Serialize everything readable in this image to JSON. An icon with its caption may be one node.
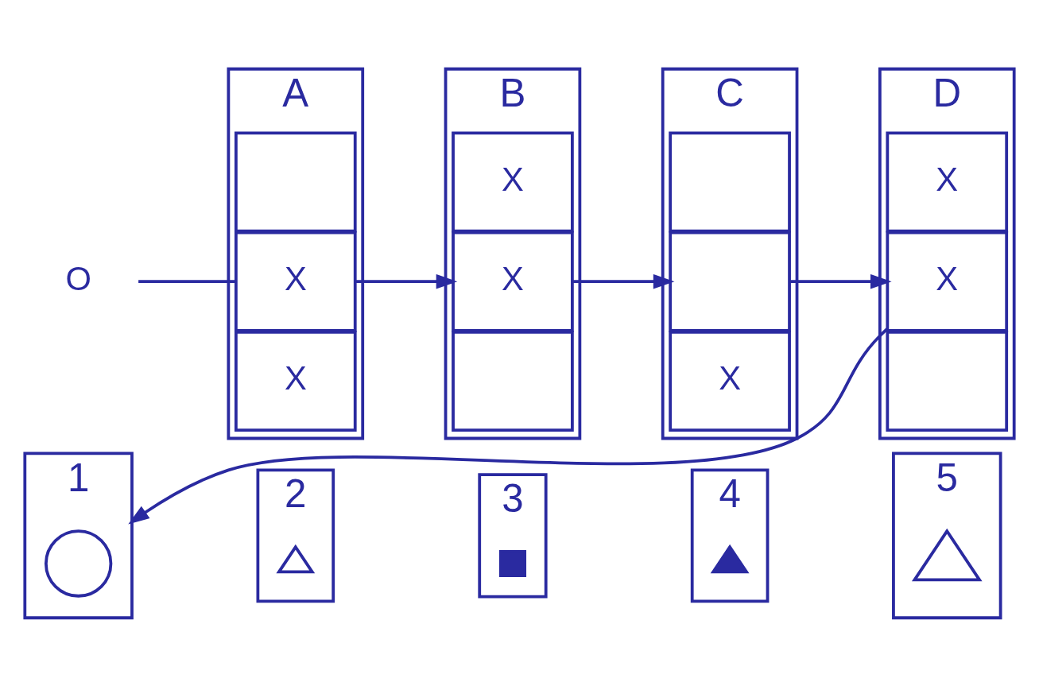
{
  "diagram": {
    "nodes": [
      {
        "text": [
          "O"
        ]
      },
      {
        "text": [
          "A"
        ]
      },
      {
        "text": [],
        "shape": "box",
        "in": 1
      },
      {
        "text": [
          "X"
        ],
        "in": 1
      },
      {
        "text": [
          "X"
        ],
        "in": 1
      },
      {
        "text": [
          "B"
        ]
      },
      {
        "text": [
          "X"
        ],
        "in": 5
      },
      {
        "text": [
          "X"
        ],
        "in": 5
      },
      {
        "text": [],
        "shape": "box",
        "in": 5
      },
      {
        "text": [
          "C"
        ]
      },
      {
        "text": [],
        "shape": "box",
        "in": 9
      },
      {
        "text": [],
        "shape": "box",
        "in": 9
      },
      {
        "text": [
          "X"
        ],
        "in": 9
      },
      {
        "text": [
          "D"
        ]
      },
      {
        "text": [
          "X"
        ],
        "in": 13
      },
      {
        "text": [
          "X"
        ],
        "in": 13
      },
      {
        "text": [],
        "shape": "box",
        "in": 13
      },
      {
        "text": [
          "1"
        ]
      },
      {
        "text": [],
        "shape": "circle",
        "in": 17
      },
      {
        "text": [
          "2"
        ]
      },
      {
        "text": [],
        "shape": "triangle",
        "in": 19
      },
      {
        "text": [
          "3"
        ]
      },
      {
        "text": [],
        "shape": "square",
        "in": 21
      },
      {
        "text": [
          "4"
        ]
      },
      {
        "text": [],
        "shape": "triangle",
        "in": 23
      },
      {
        "text": [
          "5"
        ]
      },
      {
        "text": [],
        "shape": "triangle",
        "in": 25
      }
    ],
    "edges": [
      {
        "from": 0,
        "to": 3,
        "arrow": "none"
      },
      {
        "from": 3,
        "to": 7,
        "arrow": "to"
      },
      {
        "from": 7,
        "to": 11,
        "arrow": "to"
      },
      {
        "from": 11,
        "to": 15,
        "arrow": "to"
      },
      {
        "from": 15,
        "to": 17,
        "arrow": "to"
      }
    ]
  }
}
